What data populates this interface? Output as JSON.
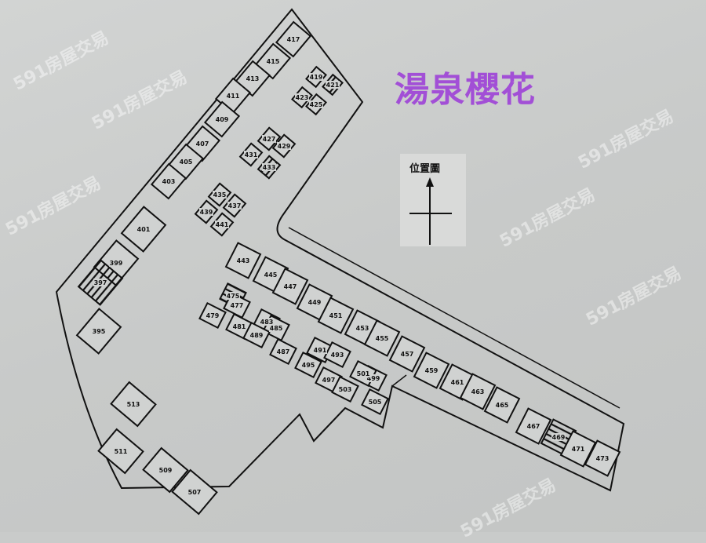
{
  "title": "湯泉櫻花",
  "title_color": "#a24fd6",
  "compass": {
    "label": "位置圖",
    "icon": "north-arrow-icon"
  },
  "watermark": "591房屋交易",
  "lots": {
    "upper_row": [
      "417",
      "415",
      "413",
      "411",
      "409",
      "407",
      "405",
      "403"
    ],
    "upper_cluster_a": [
      "419",
      "421",
      "423",
      "425"
    ],
    "upper_cluster_b": [
      "427",
      "429",
      "431",
      "433"
    ],
    "upper_cluster_c": [
      "435",
      "437",
      "439",
      "441"
    ],
    "left_column": [
      "401",
      "399",
      "397",
      "395"
    ],
    "long_row_north": [
      "443",
      "445",
      "447",
      "449",
      "451",
      "453",
      "455",
      "457",
      "459",
      "461",
      "463",
      "465",
      "467",
      "469",
      "471",
      "473"
    ],
    "middle_cluster": [
      "475",
      "477",
      "479",
      "481",
      "483",
      "485",
      "487",
      "489"
    ],
    "lower_cluster": [
      "491",
      "493",
      "495",
      "497",
      "499",
      "501",
      "503",
      "505"
    ],
    "south_west": [
      "513",
      "511",
      "509",
      "507"
    ]
  },
  "hatched_lots": [
    "421",
    "433",
    "397",
    "469",
    "475"
  ]
}
